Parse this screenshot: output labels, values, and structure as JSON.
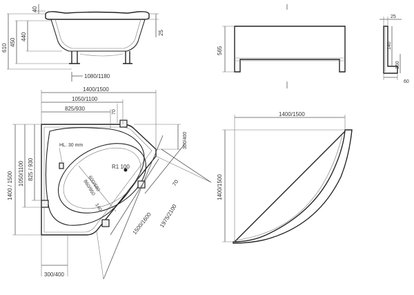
{
  "drawing": {
    "side_view": {
      "left_dims": {
        "height_total": "610",
        "height_mid": "450",
        "height_inner": "440"
      },
      "top_dim": "40",
      "right_dim": "25",
      "bottom_dim": "1080/1180"
    },
    "panel_front": {
      "height": "565",
      "width_mark": ""
    },
    "panel_profile": {
      "top": "25",
      "mid": "140",
      "lower": "150",
      "bottom_right": "60"
    },
    "top_view": {
      "width_outer": "1400/1500",
      "width_mid": "1050/1100",
      "width_inner": "825/930",
      "corner_70": "70",
      "left_outer": "1400 / 1500",
      "left_mid": "1050/1100",
      "left_inner": "825 / 930",
      "right_side": "300/400",
      "bottom_left": "300/400",
      "diagonal_long": "1975/2100",
      "diagonal_mid": "1500/1600",
      "diag_70": "70",
      "hl": "HL. 30 mm",
      "radius": "R1 100",
      "inner_1": "600/680",
      "inner_2": "860/950",
      "small_140": "140"
    },
    "panel_plan": {
      "width": "1400/1500",
      "height": "1400/1500"
    }
  }
}
